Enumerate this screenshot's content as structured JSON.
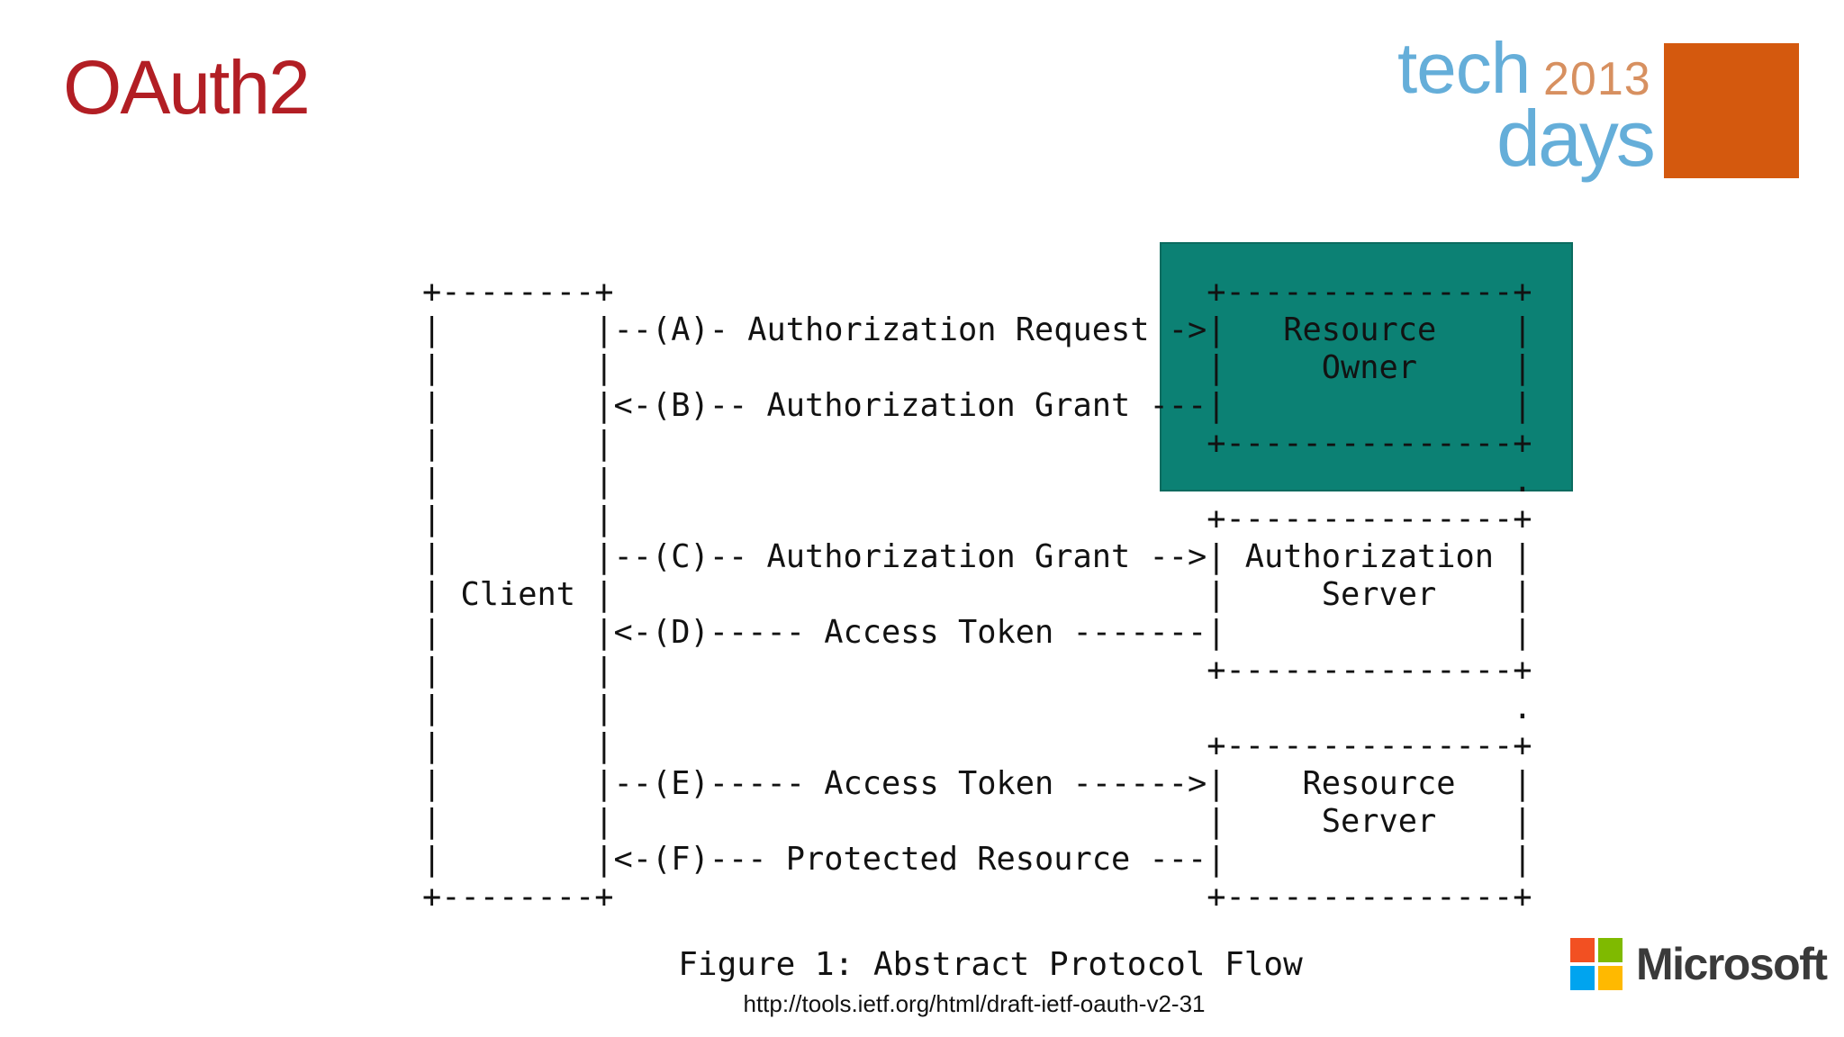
{
  "slide": {
    "title": "OAuth2"
  },
  "techdays_logo": {
    "tech": "tech",
    "year": "2013",
    "days": "days"
  },
  "diagram": {
    "highlight_covers": "Resource Owner",
    "ascii_lines": [
      "+--------+                               +---------------+",
      "|        |--(A)- Authorization Request ->|   Resource    |",
      "|        |                               |     Owner     |",
      "|        |<-(B)-- Authorization Grant ---|               |",
      "|        |                               +---------------+",
      "|        |                                               .",
      "|        |                               +---------------+",
      "|        |--(C)-- Authorization Grant -->| Authorization |",
      "| Client |                               |     Server    |",
      "|        |<-(D)----- Access Token -------|               |",
      "|        |                               +---------------+",
      "|        |                                               .",
      "|        |                               +---------------+",
      "|        |--(E)----- Access Token ------>|    Resource   |",
      "|        |                               |     Server    |",
      "|        |<-(F)--- Protected Resource ---|               |",
      "+--------+                               +---------------+"
    ],
    "caption": "Figure 1: Abstract Protocol Flow",
    "source_url": "http://tools.ietf.org/html/draft-ietf-oauth-v2-31"
  },
  "microsoft_logo": {
    "label": "Microsoft"
  },
  "colors": {
    "title_red": "#b21e24",
    "tech_blue": "#65aed9",
    "year_orange": "#d79060",
    "square_orange": "#d4590e",
    "highlight_teal": "#0c8174",
    "highlight_border": "#0b6b5f",
    "ink": "#121212",
    "ms_red": "#f25022",
    "ms_green": "#7fba00",
    "ms_blue": "#00a4ef",
    "ms_yellow": "#ffb900",
    "ms_gray": "#3a3a3a"
  }
}
